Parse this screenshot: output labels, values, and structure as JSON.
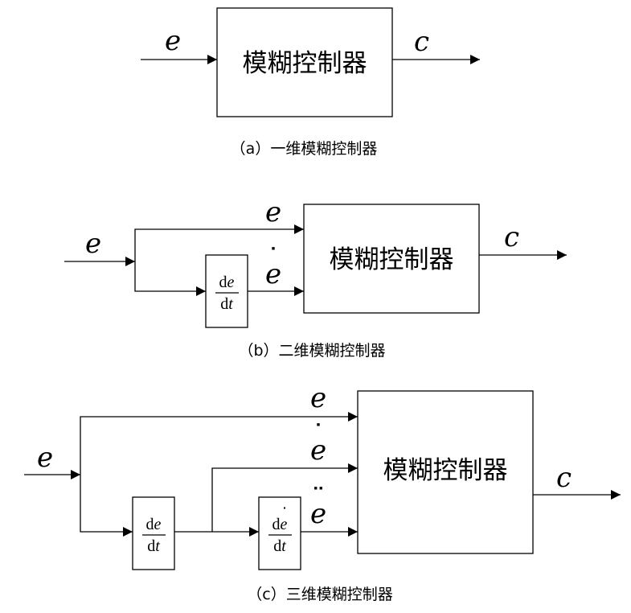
{
  "sym": {
    "e": "e",
    "c": "c",
    "dot": "˙",
    "ddot": "¨",
    "d": "d",
    "t": "t"
  },
  "controller_label": "模糊控制器",
  "diagram_a": {
    "caption": "（a）一维模糊控制器"
  },
  "diagram_b": {
    "caption": "（b）二维模糊控制器"
  },
  "diagram_c": {
    "caption": "（c）三维模糊控制器"
  }
}
